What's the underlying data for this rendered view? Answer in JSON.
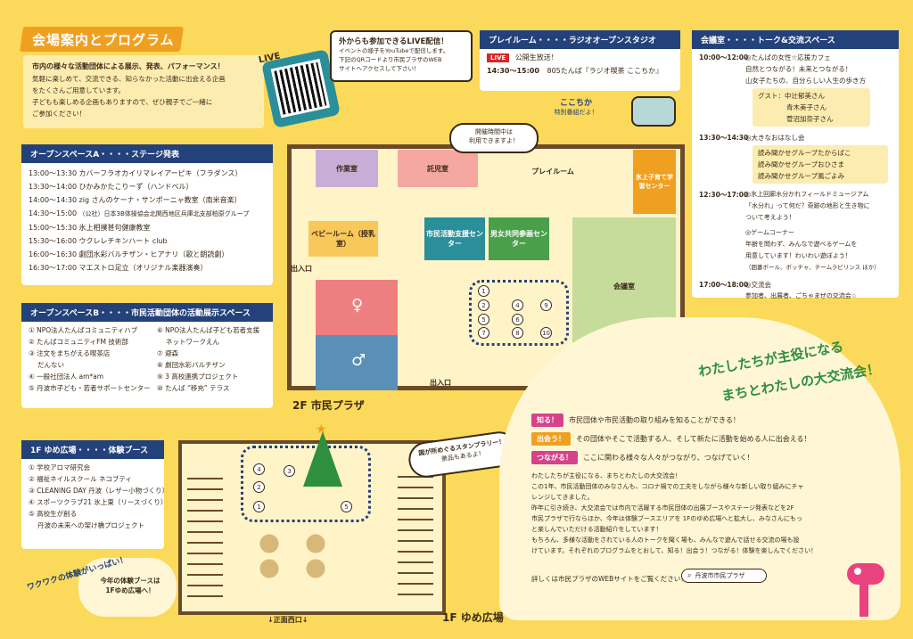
{
  "header": {
    "title": "会場案内とプログラム",
    "intro_bold": "市内の様々な活動団体による展示、発表、パフォーマンス！",
    "intro_lines": [
      "気軽に楽しめて、交流できる、知らなかった活動に出会える企画",
      "をたくさんご用意しています。",
      "子どもも楽しめる企画もありますので、ぜひ親子でご一緒に",
      "ご参加ください！"
    ]
  },
  "live": {
    "badge": "LIVE",
    "title": "外からも参加できるLIVE配信！",
    "lines": [
      "イベントの様子をYouTubeで配信します。",
      "下記のQRコードより市民プラザのWEB",
      "サイトへアクセスして下さい！"
    ]
  },
  "playroom": {
    "header": "プレイルーム・・・・ラジオオープンスタジオ",
    "live_label": "LIVE",
    "live_text": "公開生放送！",
    "time": "14:30〜15:00",
    "desc": "805たんば『ラジオ喫茶 ここちか』",
    "bubble_lines": [
      "ここちか",
      "特別番組だよ！"
    ]
  },
  "open_space_a": {
    "header": "オープンスペースA・・・・ステージ発表",
    "rows": [
      {
        "time": "13:00〜13:30",
        "name": "カバーフラオカイリマレイアーピキ（フラダンス）"
      },
      {
        "time": "13:30〜14:00",
        "name": "ひかみかたこりーず（ハンドベル）"
      },
      {
        "time": "14:00〜14:30",
        "name": "zig さんのケーナ・サンポーニャ教室（南米音楽）"
      },
      {
        "time": "14:30〜15:00",
        "name": "（公社）日本3B体操協会北関西地区兵庫北支部柏原グループ"
      },
      {
        "time": "15:00〜15:30",
        "name": "氷上相撲甚句健康教室"
      },
      {
        "time": "15:30〜16:00",
        "name": "ウクレレチキンハート club"
      },
      {
        "time": "16:00〜16:30",
        "name": "劇団水彩バルチザン・ヒアナリ（歌と朗読劇）"
      },
      {
        "time": "16:30〜17:00",
        "name": "マエストロ足立（オリジナル楽器演奏）"
      }
    ]
  },
  "open_space_b": {
    "header": "オープンスペースB・・・・市民活動団体の活動展示スペース",
    "left": [
      "① NPO法人たんばコミュニティハブ",
      "② たんばコミュニティFM 技術部",
      "③ 注文をまちがえる喫茶店",
      "だんない",
      "④ 一般社団法人 am*am",
      "⑤ 丹波市子ども・若者サポートセンター"
    ],
    "right": [
      "⑥ NPO法人たんば子ども若者支援",
      "ネットワークえん",
      "⑦ 避森",
      "⑧ 劇団水彩バルチザン",
      "⑨ 3 高校連携プロジェクト",
      "⑩ たんば “移充” テラス"
    ]
  },
  "conference": {
    "header": "会議室・・・・トーク&交流スペース",
    "b1_time": "10:00〜12:00",
    "b1_lines": [
      "◎たんばの女性☆応援カフェ",
      "自然とつながる！未来とつながる！",
      "山女子たちの、自分らしい人生の歩き方"
    ],
    "b1_guests": [
      "グスト：中辻郁美さん",
      "青木美子さん",
      "菅沼加奈子さん"
    ],
    "b2_time": "13:30〜14:30",
    "b2_lines": [
      "◎大きなおはなし会"
    ],
    "b2_readers": [
      "読み聞かせグループたからばこ",
      "読み聞かせグループおひさま",
      "読み聞かせグループ風ごよみ"
    ],
    "b3_time": "12:30〜17:00",
    "b3_lines": [
      "◎氷上回廊水分かれフィールドミュージアム",
      "「水分れ」って何だ？奇跡の地形と生き物に",
      "ついて考えよう！"
    ],
    "b4_lines": [
      "◎ゲームコーナー",
      "年齢を問わず、みんなで遊べるゲームを",
      "用意しています！わいわい遊ぼよう！",
      "（囲碁ボール、ボッチャ、チームラビリンス ほか）"
    ],
    "b5_time": "17:00〜18:00",
    "b5_lines": [
      "◎交流会",
      "参加者、出展者、ごちゃまぜの交流会☆"
    ]
  },
  "floor2": {
    "label": "2F 市民プラザ",
    "rooms": {
      "sakugyo": "作業室",
      "takuji": "託児室",
      "playroom": "プレイルーム",
      "hikami": "氷上子育て学習センター",
      "baby": "ベビールーム（授乳室）",
      "shimin": "市民活動支援センター",
      "danjo": "男女共同参画センター",
      "kaigi": "会議室"
    },
    "exit1": "出入口",
    "exit2": "出入口",
    "bubble_lines": [
      "開催時間中は",
      "利用できますよ！"
    ]
  },
  "floor1": {
    "header": "1F ゆめ広場・・・・体験ブース",
    "items": [
      "① 学校アロマ研究会",
      "② 福祉ネイルスクール ネコブティ",
      "③ CLEANING DAY 丹波（レザー小物づくり）",
      "④ スポーツクラブ21 氷上東（リースづくり）",
      "⑤ 高校生が創る",
      "丹波の未来への架け橋プロジェクト"
    ],
    "label": "1F ゆめ広場",
    "entrance": "↓正面西口↓",
    "stamp_lines": [
      "図が所めぐるスタンプラリー！",
      "景品もあるよ！"
    ],
    "fun_title": "ワクワクの体験がいっぱい！",
    "fun_lines": [
      "今年の体験ブースは",
      "1Fゆめ広場へ！"
    ]
  },
  "slogan": {
    "line1": "わたしたちが主役になる",
    "line2": "まちとわたしの大交流会！"
  },
  "tags": [
    {
      "label": "知る！",
      "text": "市民団体や市民活動の取り組みを知ることができる！",
      "color": "#d6428b"
    },
    {
      "label": "出会う！",
      "text": "その団体やそこで活動する人、そして新たに活動を始める人に出会える！",
      "color": "#f0a020"
    },
    {
      "label": "つながる！",
      "text": "ここに関わる様々な人々がつながり、つなげていく！",
      "color": "#d6428b"
    }
  ],
  "body_text": [
    "わたしたちが主役になる、まちとわたしの大交流会！",
    "この1年、市民活動団体のみなさんも、コロナ禍での工夫をしながら様々な新しい取り組みにチャ",
    "レンジしてきました。",
    "昨年に引き続き、大交流会では市内で活躍する市民団体の出展ブースやステージ発表などを2F",
    "市民プラザで行ならほか、今年は体験ブースエリアを 1Fのゆめ広場へと拡大し、みなさんにもっ",
    "と楽しんでいただける活動紹介をしています！",
    "もちろん、多様な活動をされている人のトークを聞く場も、みんなで遊んで話せる交流の場も設",
    "けています。それぞれのプログラムをとおして、知る！出会う！つながる！体験を楽しんでください！"
  ],
  "web_text": "詳しくは市民プラザのWEBサイトをご覧ください！",
  "search_label": "丹波市市民プラザ",
  "colors": {
    "bg": "#fbd95a",
    "navy": "#23417a",
    "orange": "#f0a020",
    "pink": "#d6428b",
    "green": "#7ab648",
    "teal": "#2a8f9a"
  }
}
